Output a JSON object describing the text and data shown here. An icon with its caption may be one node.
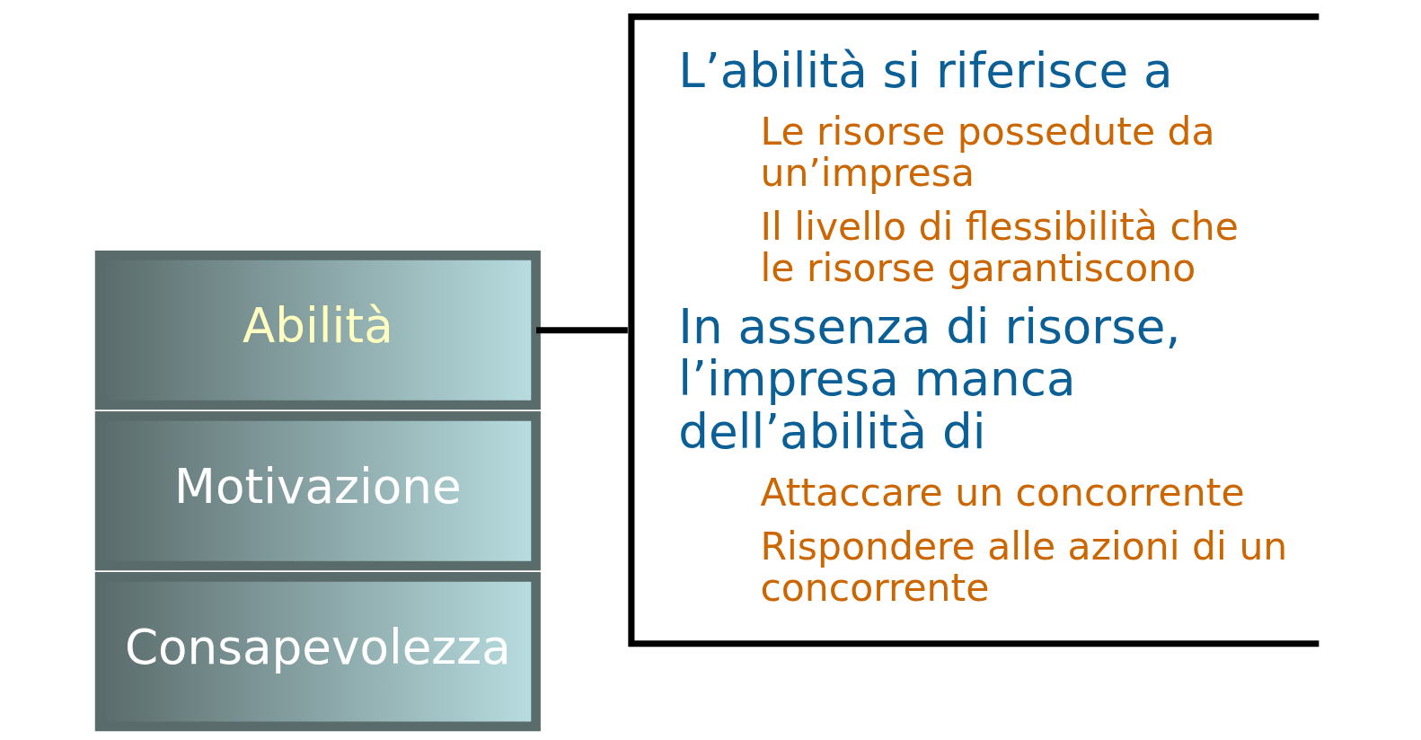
{
  "diagram": {
    "nodes": [
      {
        "text": [
          "Consapevolezza"
        ]
      },
      {
        "text": [
          "Motivazione"
        ]
      },
      {
        "text": [
          "Abilità"
        ]
      },
      {
        "text": [
          "L’abilità si riferisce a",
          "Le risorse possedute da un’impresa",
          "Il livello di flessibilità che le risorse garantiscono",
          "In assenza di risorse, l’impresa manca dell’abilità di",
          "Attaccare un concorrente",
          "Rispondere alle azioni di un concorrente"
        ]
      }
    ],
    "edges": [
      {
        "from": 2,
        "to": 3,
        "arrow": "none"
      }
    ]
  }
}
